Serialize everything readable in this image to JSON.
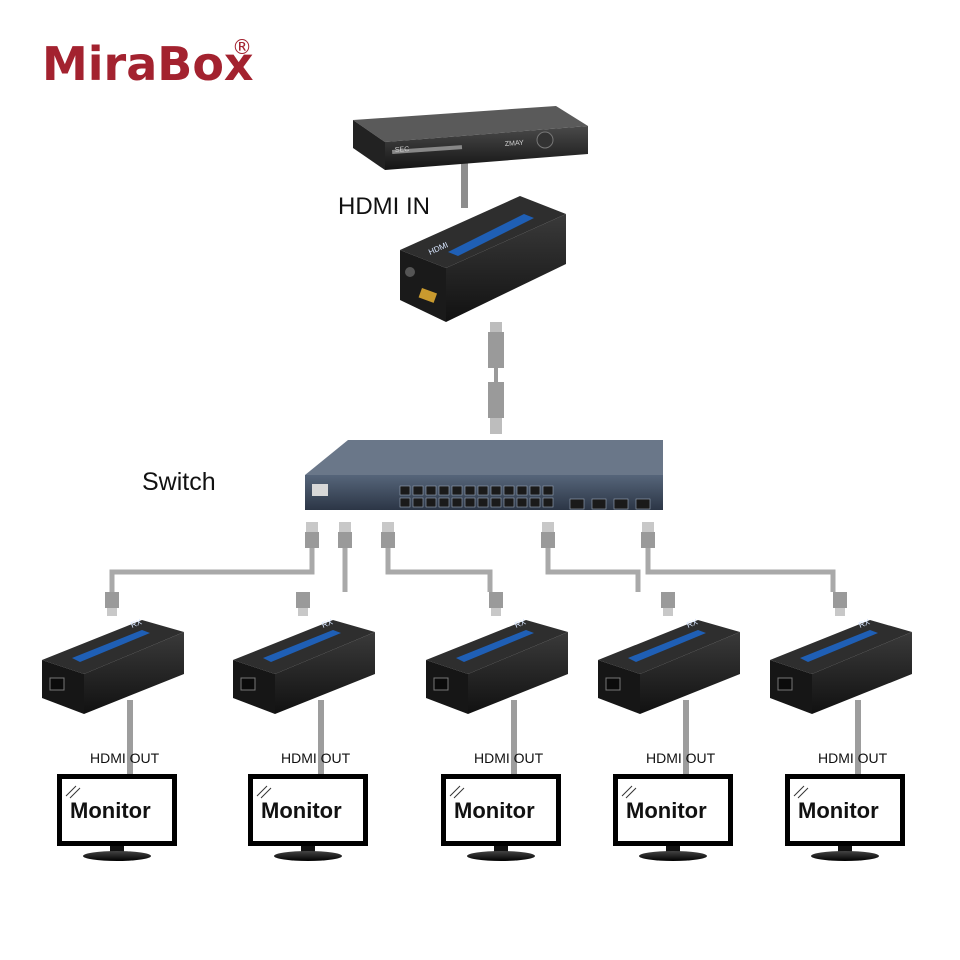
{
  "brand": {
    "name": "MiraBox",
    "registered_mark": "®",
    "color": "#a3222f"
  },
  "labels": {
    "hdmi_in": "HDMI IN",
    "switch": "Switch"
  },
  "source_device": {
    "icon": "blu-ray-player-icon",
    "brand_mark": "SEC",
    "front_text": "ZMAY"
  },
  "transmitter": {
    "icon": "hdmi-extender-transmitter-icon",
    "label": "HDMI"
  },
  "switch_device": {
    "icon": "network-switch-icon"
  },
  "receivers": [
    {
      "out_label": "HDMI OUT",
      "monitor_label": "Monitor",
      "unit_label": "RX"
    },
    {
      "out_label": "HDMI OUT",
      "monitor_label": "Monitor",
      "unit_label": "RX"
    },
    {
      "out_label": "HDMI OUT",
      "monitor_label": "Monitor",
      "unit_label": "RX"
    },
    {
      "out_label": "HDMI OUT",
      "monitor_label": "Monitor",
      "unit_label": "RX"
    },
    {
      "out_label": "HDMI OUT",
      "monitor_label": "Monitor",
      "unit_label": "RX"
    }
  ],
  "colors": {
    "device_body": "#1e1e1e",
    "device_stripe": "#1f5fb5",
    "switch_body": "#3b4a5c",
    "cable": "#a9a9a9"
  }
}
